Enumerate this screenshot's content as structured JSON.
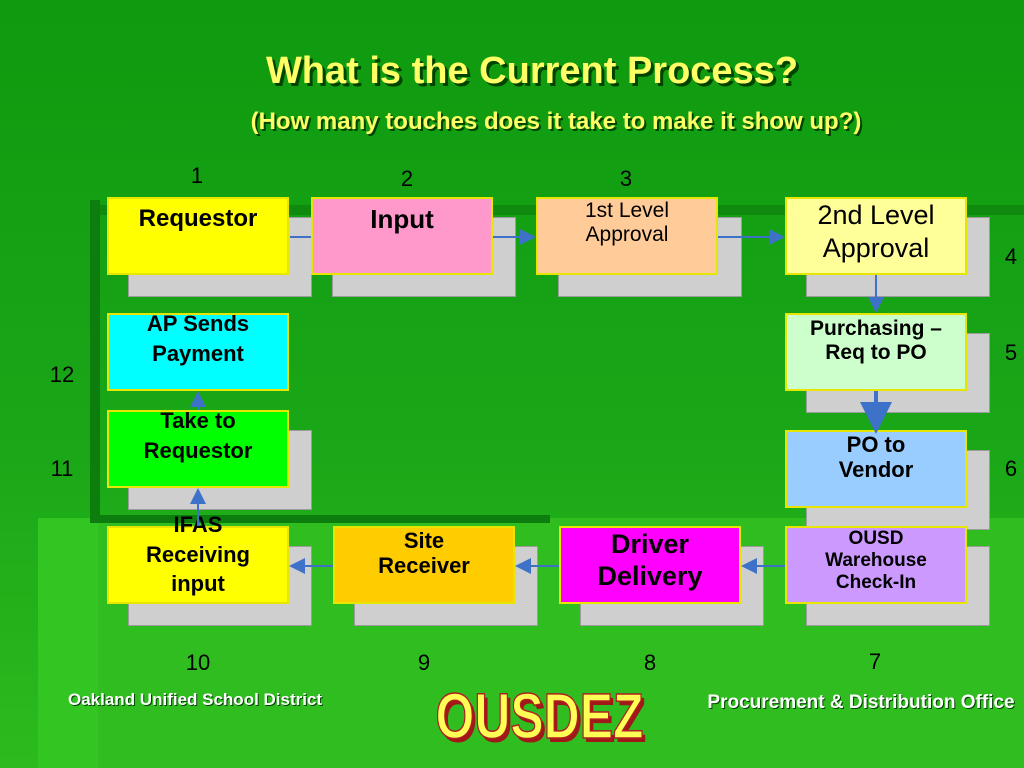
{
  "slide": {
    "title": "What is the Current Process?",
    "subtitle": "(How many touches does it take to make it show up?)"
  },
  "colors": {
    "requestor": "#ffff00",
    "input": "#ff99cc",
    "first_level": "#ffcc99",
    "second_level": "#ffff99",
    "purchasing": "#ccffcc",
    "po_vendor": "#99ccff",
    "warehouse": "#cc99ff",
    "driver": "#ff00ff",
    "site_receiver": "#ffcc00",
    "ifas": "#ffff00",
    "take_requestor": "#00ff00",
    "ap_payment": "#00ffff"
  },
  "steps": {
    "requestor": {
      "label": "Requestor",
      "num": "1"
    },
    "input": {
      "label": "Input",
      "num": "2"
    },
    "first_level": {
      "label": "1st Level Approval",
      "num": "3"
    },
    "second_level": {
      "label": "2nd Level Approval",
      "num": "4"
    },
    "purchasing": {
      "label": "Purchasing – Req to PO",
      "num": "5"
    },
    "po_vendor": {
      "label": "PO to Vendor",
      "num": "6"
    },
    "warehouse": {
      "label": "OUSD Warehouse Check-In",
      "num": "7"
    },
    "driver": {
      "label": "Driver Delivery",
      "num": "8"
    },
    "site_receiver": {
      "label": "Site Receiver",
      "num": "9"
    },
    "ifas": {
      "label": "IFAS Receiving input",
      "num": "10"
    },
    "take_requestor": {
      "label": "Take to Requestor",
      "num": "11"
    },
    "ap_payment": {
      "label": "AP Sends Payment",
      "num": "12"
    }
  },
  "footer": {
    "left": "Oakland Unified School District",
    "logo": "OUSDEZ",
    "right": "Procurement & Distribution Office"
  }
}
